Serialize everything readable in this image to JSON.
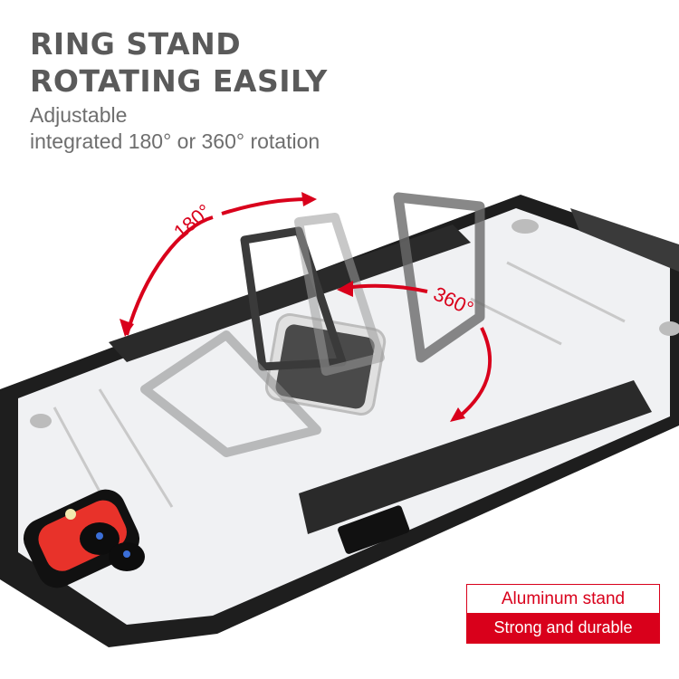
{
  "headline": {
    "line1": "RING STAND",
    "line2": "ROTATING EASILY"
  },
  "subtitle": {
    "line1": "Adjustable",
    "line2": "integrated 180° or 360° rotation"
  },
  "annotations": {
    "angle_180": "180°",
    "angle_360": "360°"
  },
  "badge": {
    "top_label": "Aluminum stand",
    "bottom_label": "Strong and durable"
  },
  "colors": {
    "accent_red": "#d9001b",
    "headline_gray": "#5a5a5a",
    "case_white": "#eeeff1",
    "bumper_black": "#1e1e1e",
    "camera_red": "#e8322a"
  }
}
